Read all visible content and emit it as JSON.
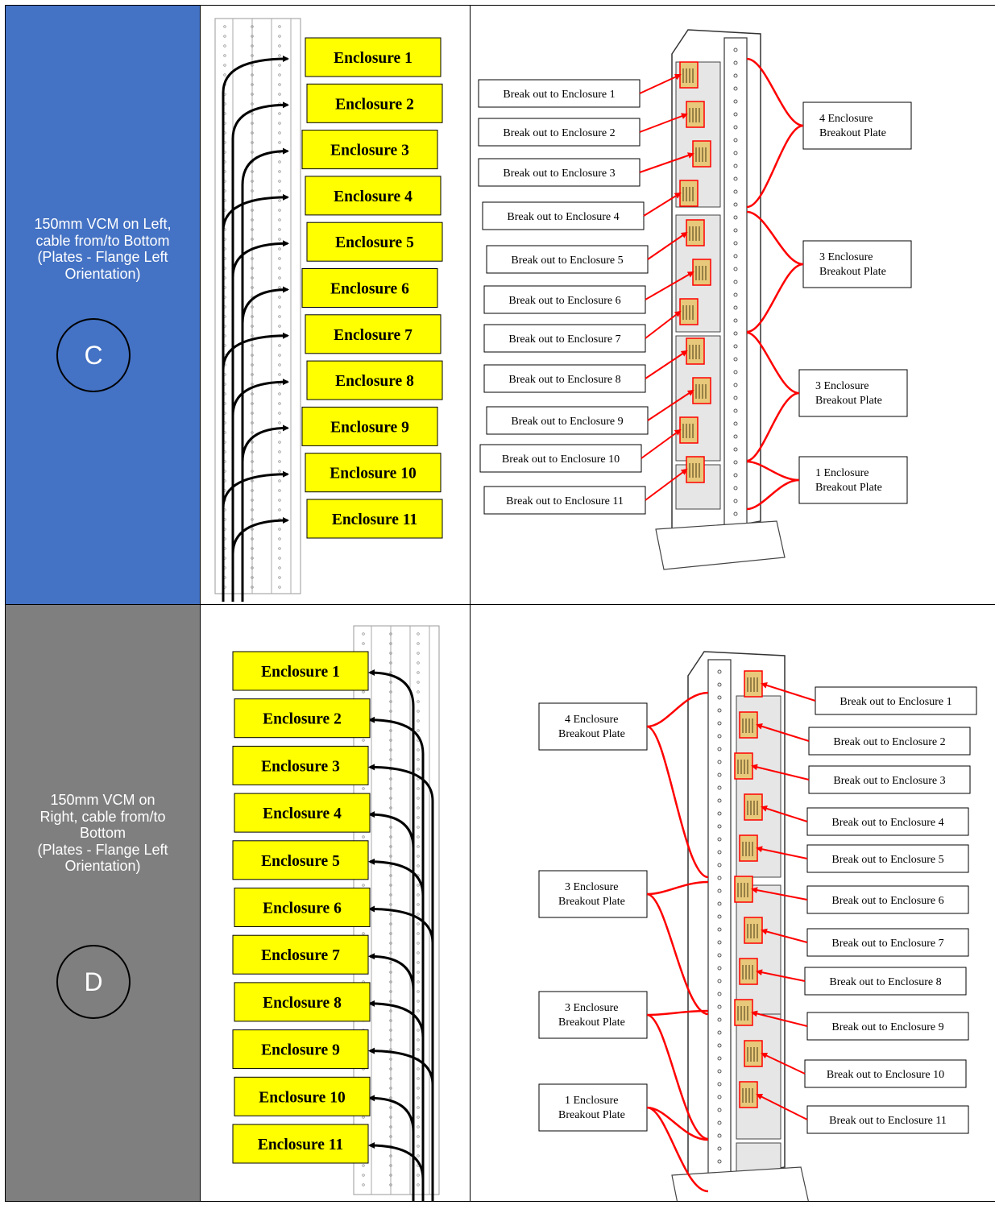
{
  "rows": [
    {
      "id": "C",
      "color": "#4472C4",
      "description": "150mm VCM on Left,\ncable from/to Bottom\n(Plates - Flange Left\nOrientation)",
      "enclosures": [
        "Enclosure 1",
        "Enclosure 2",
        "Enclosure 3",
        "Enclosure 4",
        "Enclosure 5",
        "Enclosure 6",
        "Enclosure 7",
        "Enclosure 8",
        "Enclosure 9",
        "Enclosure 10",
        "Enclosure 11"
      ],
      "breakouts": [
        "Break out to Enclosure 1",
        "Break out to Enclosure 2",
        "Break out to Enclosure 3",
        "Break out to Enclosure 4",
        "Break out to Enclosure 5",
        "Break out to Enclosure 6",
        "Break out to Enclosure 7",
        "Break out to Enclosure 8",
        "Break out to Enclosure 9",
        "Break out to Enclosure 10",
        "Break out to Enclosure 11"
      ],
      "plates": [
        {
          "line1": "4 Enclosure",
          "line2": "Breakout Plate"
        },
        {
          "line1": "3 Enclosure",
          "line2": "Breakout Plate"
        },
        {
          "line1": "3 Enclosure",
          "line2": "Breakout Plate"
        },
        {
          "line1": "1 Enclosure",
          "line2": "Breakout Plate"
        }
      ]
    },
    {
      "id": "D",
      "color": "#7F7F7F",
      "description": "150mm VCM on\nRight, cable from/to\nBottom\n(Plates - Flange Left\nOrientation)",
      "enclosures": [
        "Enclosure 1",
        "Enclosure 2",
        "Enclosure 3",
        "Enclosure 4",
        "Enclosure 5",
        "Enclosure 6",
        "Enclosure 7",
        "Enclosure 8",
        "Enclosure 9",
        "Enclosure 10",
        "Enclosure 11"
      ],
      "breakouts": [
        "Break out to Enclosure 1",
        "Break out to Enclosure 2",
        "Break out to Enclosure 3",
        "Break out to Enclosure 4",
        "Break out to Enclosure 5",
        "Break out to Enclosure 6",
        "Break out to Enclosure 7",
        "Break out to Enclosure 8",
        "Break out to Enclosure 9",
        "Break out to Enclosure 10",
        "Break out to Enclosure 11"
      ],
      "plates": [
        {
          "line1": "4 Enclosure",
          "line2": "Breakout Plate"
        },
        {
          "line1": "3 Enclosure",
          "line2": "Breakout Plate"
        },
        {
          "line1": "3 Enclosure",
          "line2": "Breakout Plate"
        },
        {
          "line1": "1 Enclosure",
          "line2": "Breakout Plate"
        }
      ]
    }
  ],
  "colors": {
    "enclosure_fill": "#FFFF00",
    "callout_red": "#FF0000",
    "arrow": "#000000",
    "plate_fill": "#E8C87A"
  }
}
